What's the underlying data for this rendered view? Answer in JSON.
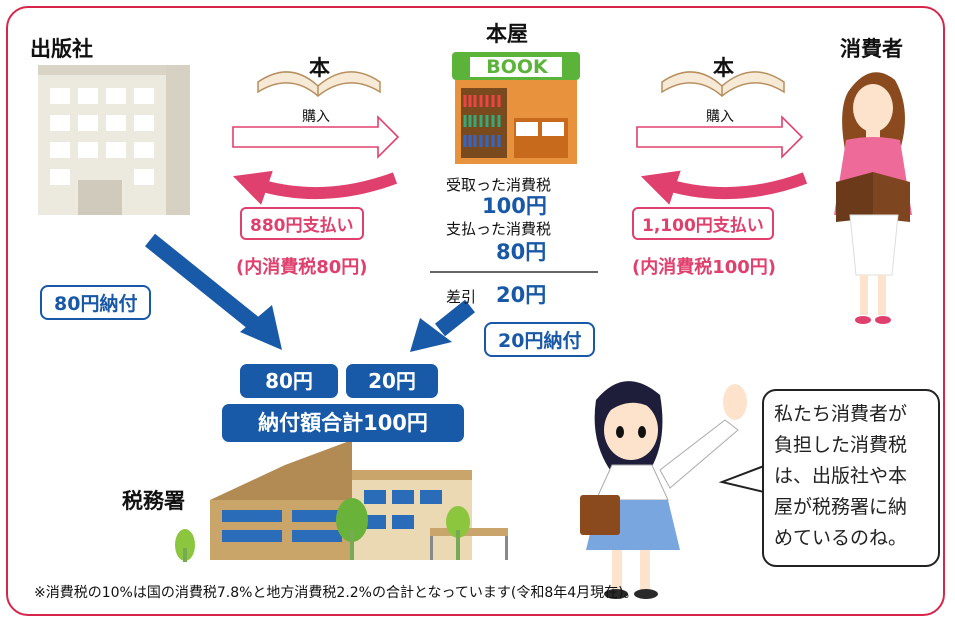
{
  "labels": {
    "publisher": "出版社",
    "bookstore": "本屋",
    "consumer": "消費者",
    "tax_office": "税務署",
    "book_left": "本",
    "book_right": "本",
    "store_sign": "BOOK",
    "purchase_left": "購入",
    "purchase_right": "購入"
  },
  "bookstore_tax": {
    "received_label": "受取った消費税",
    "received_value": "100円",
    "paid_label": "支払った消費税",
    "paid_value": "80円",
    "diff_label": "差引",
    "diff_value": "20円"
  },
  "payments": {
    "left_pay": "880円支払い",
    "left_tax": "(内消費税80円)",
    "right_pay": "1,100円支払い",
    "right_tax": "(内消費税100円)",
    "publisher_pay": "80円納付",
    "store_pay": "20円納付"
  },
  "totals": {
    "part1": "80円",
    "part2": "20円",
    "total": "納付額合計100円"
  },
  "speech": {
    "lines": [
      "私たち消費者が",
      "負担した消費税",
      "は、出版社や本",
      "屋が税務署に納",
      "めているのね。"
    ]
  },
  "footnote": "※消費税の10%は国の消費税7.8%と地方消費税2.2%の合計となっています(令和8年4月現在)。",
  "colors": {
    "frame": "#d8264a",
    "pink": "#e0406e",
    "blue": "#1858a6",
    "store_green": "#5bb33a"
  }
}
